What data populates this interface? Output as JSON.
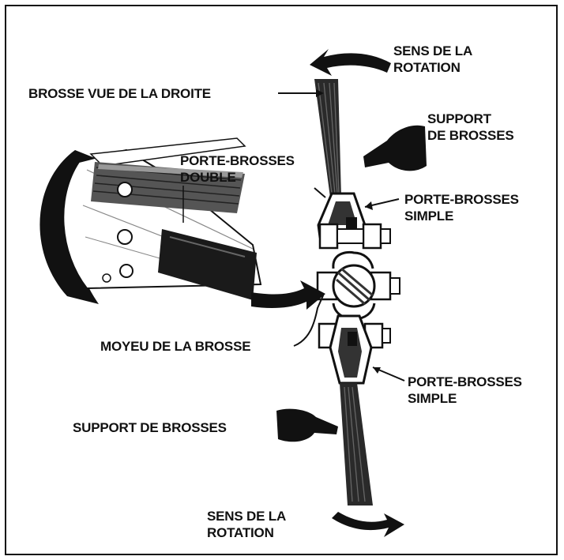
{
  "colors": {
    "ink": "#111111",
    "paper": "#ffffff",
    "metal": "#8a8a8a",
    "shadow": "#4a4a4a"
  },
  "labels": {
    "sens_top_1": "SENS DE LA",
    "sens_top_2": "ROTATION",
    "brosse_vue": "BROSSE VUE DE LA DROITE",
    "support_top_1": "SUPPORT",
    "support_top_2": "DE BROSSES",
    "porte_double_1": "PORTE-BROSSES",
    "porte_double_2": "DOUBLE",
    "porte_simple_top_1": "PORTE-BROSSES",
    "porte_simple_top_2": "SIMPLE",
    "moyeu": "MOYEU DE LA BROSSE",
    "porte_simple_bot_1": "PORTE-BROSSES",
    "porte_simple_bot_2": "SIMPLE",
    "support_bot": "SUPPORT DE BROSSES",
    "sens_bot_1": "SENS DE LA",
    "sens_bot_2": "ROTATION"
  }
}
